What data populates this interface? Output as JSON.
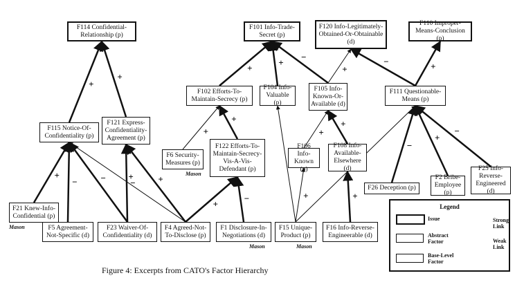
{
  "nodes": {
    "F114": {
      "label": "F114 Confidential-Relationship (p)",
      "kind": "issue"
    },
    "F101": {
      "label": "F101 Info-Trade-Secret (p)",
      "kind": "issue"
    },
    "F120": {
      "label": "F120 Info-Legitimately-Obtained-Or-Obtainable (d)",
      "kind": "issue"
    },
    "F110": {
      "label": "F110 Improper-Means-Conclusion (p)",
      "kind": "issue"
    },
    "F102": {
      "label": "F102 Efforts-To-Maintain-Secrecy (p)",
      "kind": "abstract"
    },
    "F104": {
      "label": "F104 Info-Valuable (p)",
      "kind": "abstract"
    },
    "F105": {
      "label": "F105 Info-Known-Or-Available (d)",
      "kind": "abstract"
    },
    "F111": {
      "label": "F111 Questionable-Means (p)",
      "kind": "abstract"
    },
    "F115": {
      "label": "F115 Notice-Of-Confidentiality (p)",
      "kind": "abstract"
    },
    "F121": {
      "label": "F121 Express-Confidentiality-Agreement (p)",
      "kind": "abstract"
    },
    "F6": {
      "label": "F6 Security-Measures (p)",
      "kind": "base"
    },
    "F122": {
      "label": "F122 Efforts-To-Maintain-Secrecy-Vis-A-Vis-Defendant (p)",
      "kind": "abstract"
    },
    "F106": {
      "label": "F106 Info-Known (p)",
      "kind": "abstract"
    },
    "F108": {
      "label": "F108 Info-Available-Elsewhere (d)",
      "kind": "abstract"
    },
    "F26": {
      "label": "F26 Deception (p)",
      "kind": "base"
    },
    "F2": {
      "label": "F2 Bribe-Employee (p)",
      "kind": "base"
    },
    "F25": {
      "label": "F25 Info-Reverse-Engineered (d)",
      "kind": "base"
    },
    "F21": {
      "label": "F21 Knew-Info-Confidential (p)",
      "kind": "base"
    },
    "F5": {
      "label": "F5 Agreement-Not-Specific (d)",
      "kind": "base"
    },
    "F23": {
      "label": "F23 Waiver-Of-Confidentiality (d)",
      "kind": "base"
    },
    "F4": {
      "label": "F4 Agreed-Not-To-Disclose (p)",
      "kind": "base"
    },
    "F1": {
      "label": "F1 Disclosure-In-Negotiations (d)",
      "kind": "base"
    },
    "F15": {
      "label": "F15 Unique-Product (p)",
      "kind": "base"
    },
    "F16": {
      "label": "F16 Info-Reverse-Engineerable (d)",
      "kind": "base"
    }
  },
  "links": [
    {
      "from": "F115",
      "to": "F114",
      "sign": "+",
      "strength": "strong"
    },
    {
      "from": "F121",
      "to": "F114",
      "sign": "+",
      "strength": "strong"
    },
    {
      "from": "F102",
      "to": "F101",
      "sign": "+",
      "strength": "strong"
    },
    {
      "from": "F104",
      "to": "F101",
      "sign": "+",
      "strength": "strong"
    },
    {
      "from": "F105",
      "to": "F101",
      "sign": "−",
      "strength": "strong"
    },
    {
      "from": "F105",
      "to": "F120",
      "sign": "+",
      "strength": "weak"
    },
    {
      "from": "F111",
      "to": "F120",
      "sign": "−",
      "strength": "strong"
    },
    {
      "from": "F111",
      "to": "F110",
      "sign": "+",
      "strength": "strong"
    },
    {
      "from": "F6",
      "to": "F102",
      "sign": "+",
      "strength": "weak"
    },
    {
      "from": "F122",
      "to": "F102",
      "sign": "+",
      "strength": "strong"
    },
    {
      "from": "F106",
      "to": "F105",
      "sign": "+",
      "strength": "weak"
    },
    {
      "from": "F108",
      "to": "F105",
      "sign": "+",
      "strength": "strong"
    },
    {
      "from": "F21",
      "to": "F115",
      "sign": "+",
      "strength": "strong"
    },
    {
      "from": "F5",
      "to": "F115",
      "sign": "−",
      "strength": "strong"
    },
    {
      "from": "F23",
      "to": "F115",
      "sign": "−",
      "strength": "strong"
    },
    {
      "from": "F4",
      "to": "F115",
      "sign": "+",
      "strength": "weak"
    },
    {
      "from": "F23",
      "to": "F121",
      "sign": "−",
      "strength": "strong"
    },
    {
      "from": "F4",
      "to": "F121",
      "sign": "+",
      "strength": "strong"
    },
    {
      "from": "F4",
      "to": "F122",
      "sign": "+",
      "strength": "strong"
    },
    {
      "from": "F1",
      "to": "F122",
      "sign": "−",
      "strength": "strong"
    },
    {
      "from": "F15",
      "to": "F104",
      "sign": "+",
      "strength": "weak"
    },
    {
      "from": "F15",
      "to": "F106",
      "sign": "+",
      "strength": "weak"
    },
    {
      "from": "F15",
      "to": "F111",
      "sign": "−",
      "strength": "weak"
    },
    {
      "from": "F16",
      "to": "F108",
      "sign": "+",
      "strength": "strong"
    },
    {
      "from": "F26",
      "to": "F111",
      "sign": "−",
      "strength": "strong"
    },
    {
      "from": "F2",
      "to": "F111",
      "sign": "+",
      "strength": "strong"
    },
    {
      "from": "F25",
      "to": "F111",
      "sign": "−",
      "strength": "strong"
    }
  ],
  "mason_label": "Mason",
  "mason_nodes": [
    "F6",
    "F21",
    "F1",
    "F15"
  ],
  "legend": {
    "title": "Legend",
    "issue": "Issue",
    "abstract": "Abstract Factor",
    "base": "Base-Level Factor",
    "strong": "Strong Link",
    "weak": "Weak Link"
  },
  "caption": "Figure 4: Excerpts from CATO's Factor Hierarchy"
}
